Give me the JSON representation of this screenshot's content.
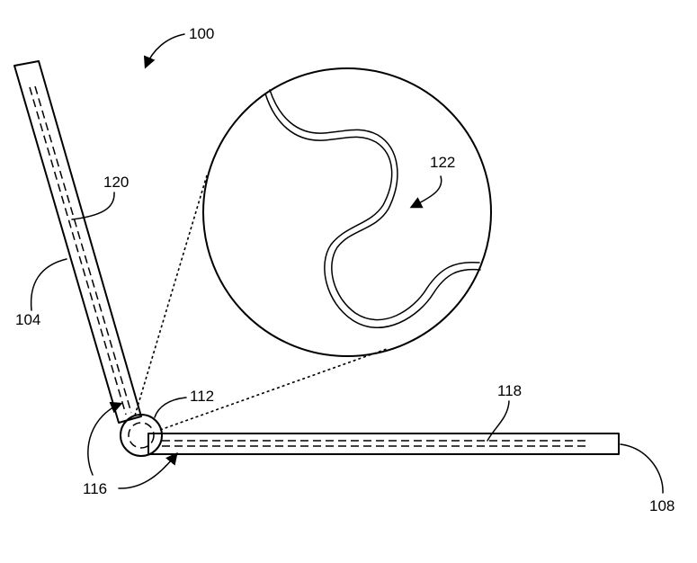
{
  "figure": {
    "labels": {
      "device": "100",
      "first_portion": "104",
      "second_portion": "108",
      "hinge": "112",
      "hinge_region": "116",
      "conductor_second": "118",
      "conductor_first": "120",
      "detail": "122"
    }
  }
}
